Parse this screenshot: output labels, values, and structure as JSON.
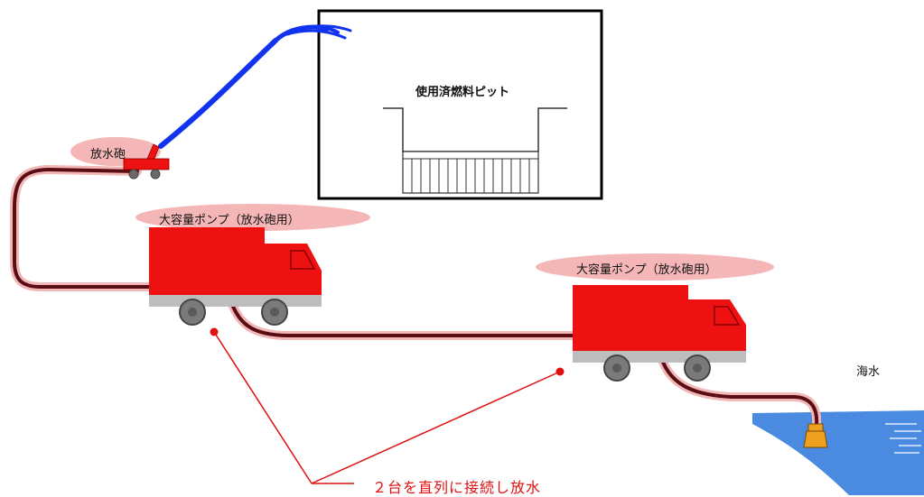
{
  "labels": {
    "pit_title": "使用済燃料ピット",
    "nozzle": "放水砲",
    "pump1": "大容量ポンプ（放水砲用）",
    "pump2": "大容量ポンプ（放水砲用）",
    "sea": "海水",
    "series_note": "２台を直列に接続し放水"
  },
  "colors": {
    "truck_red": "#ee1111",
    "hose": "#5a0d14",
    "hose_glow": "#f2b8b8",
    "water_spray": "#1133ee",
    "sea": "#4a8ae0",
    "label_glow": "#f4b6b6",
    "annotation": "#e01010"
  }
}
